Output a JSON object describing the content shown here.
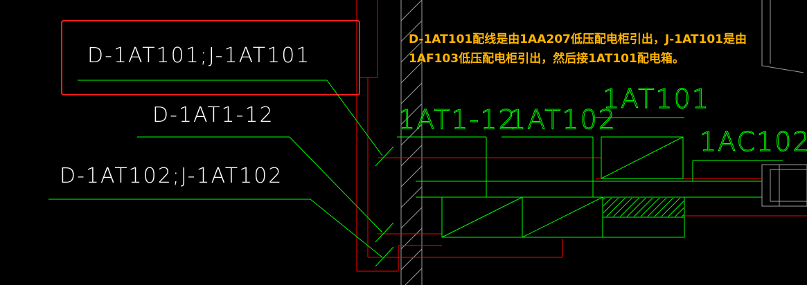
{
  "drawing": {
    "colors": {
      "background": "#000000",
      "white_text": "#ffffff",
      "green": "#00ff00",
      "red": "#ff0000",
      "highlight_box": "#ff2020",
      "annotation": "#ffb400",
      "gray": "#a0a0a0"
    },
    "labels": {
      "circuit_highlighted": "D-1AT101;J-1AT101",
      "circuit_1at1_12": "D-1AT1-12",
      "circuit_1at102": "D-1AT102;J-1AT102",
      "box_1at1_12": "1AT1-12",
      "box_1at102": "1AT102",
      "box_1at101": "1AT101",
      "box_1ac102": "1AC102"
    },
    "annotation": {
      "line1": "D-1AT101配线是由1AA207低压配电柜引出，J-1AT101是由",
      "line2": "1AF103低压配电柜引出，然后接1AT101配电箱。"
    }
  }
}
